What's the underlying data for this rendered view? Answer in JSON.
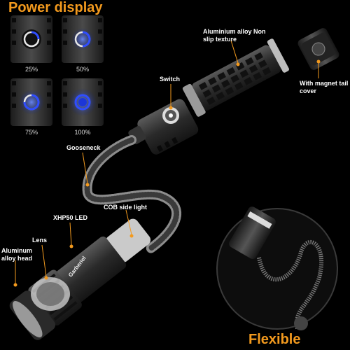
{
  "power_display": {
    "title": "Power display",
    "levels": [
      {
        "label": "25%",
        "level": 0.25
      },
      {
        "label": "50%",
        "level": 0.5
      },
      {
        "label": "75%",
        "level": 0.75
      },
      {
        "label": "100%",
        "level": 1.0
      }
    ]
  },
  "callouts": {
    "aluminium_texture": "Aluminium alloy Non slip texture",
    "magnet_tail": "With magnet tail cover",
    "switch": "Switch",
    "gooseneck": "Gooseneck",
    "cob": "COB side light",
    "xhp50": "XHP50 LED",
    "lens": "Lens",
    "head": "Aluminum alloy head"
  },
  "flexible": {
    "title": "Flexible"
  },
  "brand": {
    "logo_text": "Garberiel"
  },
  "colors": {
    "background": "#000000",
    "accent": "#f39a1e",
    "indicator": "#2f4dff",
    "ring": "#e6e6e6"
  }
}
